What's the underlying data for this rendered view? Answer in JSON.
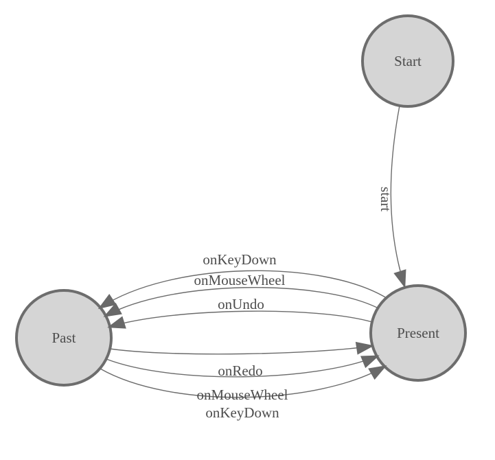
{
  "diagram": {
    "type": "state-machine",
    "background": "#ffffff",
    "colors": {
      "node_fill": "#d5d5d5",
      "node_stroke": "#6d6d6d",
      "edge_stroke": "#6b6b6b",
      "arrow_fill": "#696969",
      "label_color": "#4d4d4d"
    },
    "nodes": [
      {
        "id": "start",
        "label": "Start"
      },
      {
        "id": "present",
        "label": "Present"
      },
      {
        "id": "past",
        "label": "Past"
      }
    ],
    "edges": [
      {
        "label": "start",
        "from": "Start",
        "to": "Present"
      },
      {
        "label": "onKeyDown",
        "from": "Present",
        "to": "Past"
      },
      {
        "label": "onMouseWheel",
        "from": "Present",
        "to": "Past"
      },
      {
        "label": "onUndo",
        "from": "Present",
        "to": "Past"
      },
      {
        "label": "onRedo",
        "from": "Past",
        "to": "Present"
      },
      {
        "label": "onMouseWheel",
        "from": "Past",
        "to": "Present"
      },
      {
        "label": "onKeyDown",
        "from": "Past",
        "to": "Present"
      }
    ]
  }
}
